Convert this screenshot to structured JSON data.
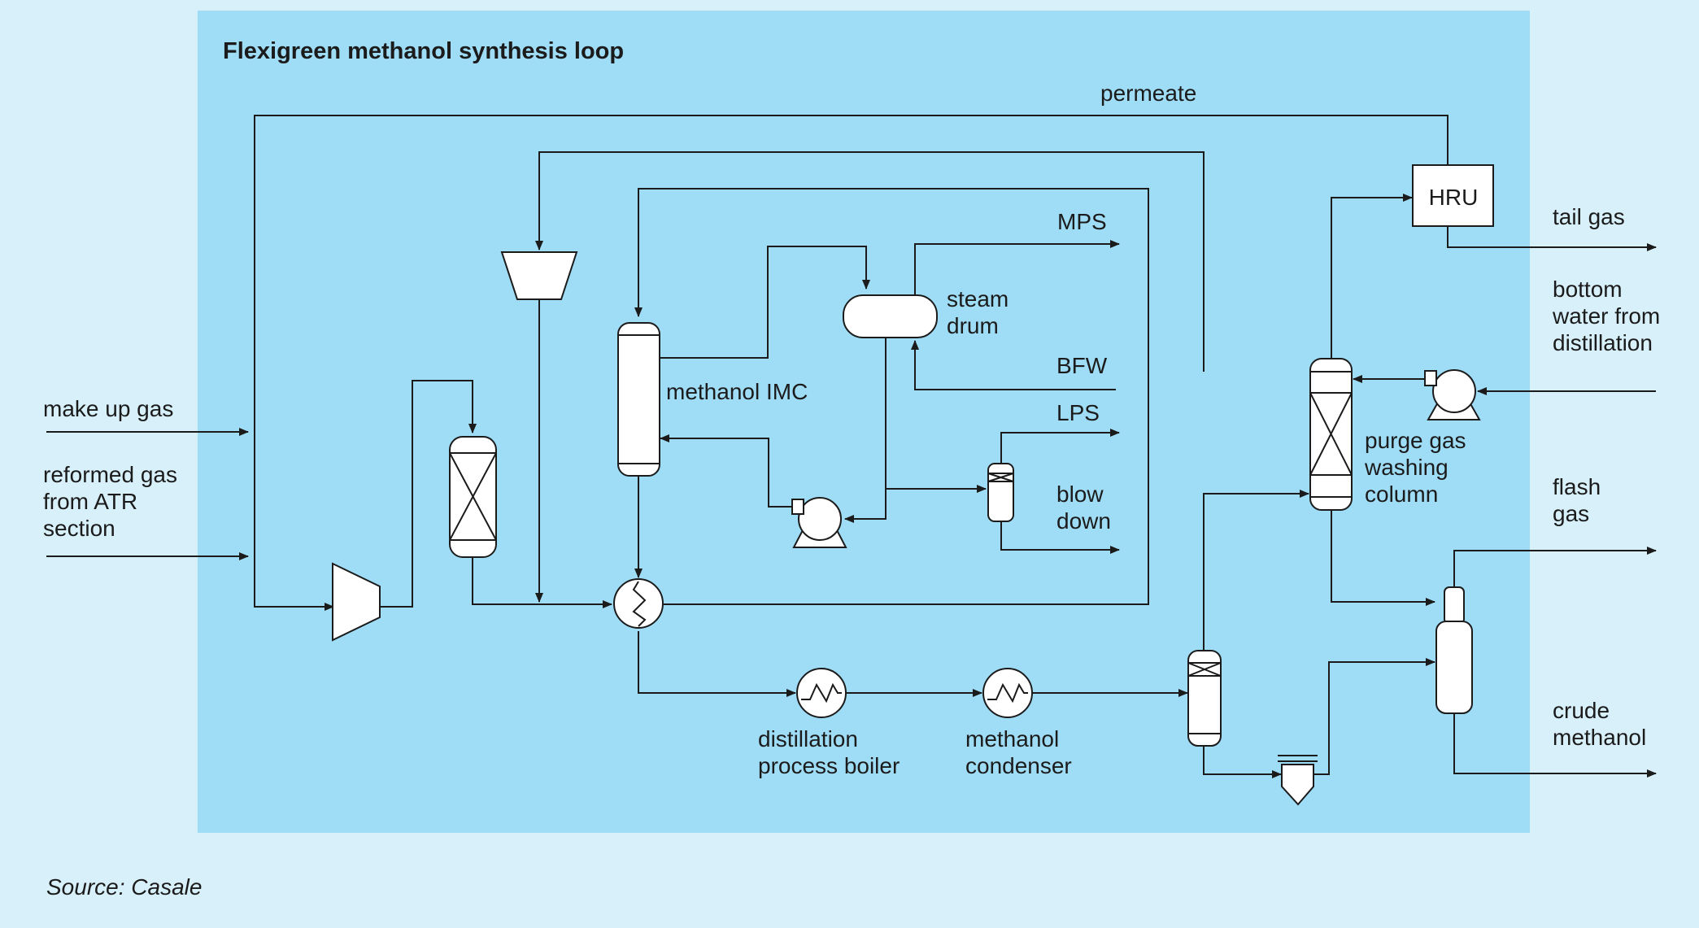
{
  "title": "Flexigreen methanol synthesis loop",
  "source": "Source: Casale",
  "colors": {
    "page_background": "#d8f0fa",
    "panel_background": "#9fdcf5",
    "line": "#1b1b1b",
    "equipment_fill": "#ffffff"
  },
  "streams": {
    "make_up_gas": "make up gas",
    "reformed_gas": [
      "reformed gas",
      "from ATR",
      "section"
    ],
    "permeate": "permeate",
    "mps": "MPS",
    "bfw": "BFW",
    "lps": "LPS",
    "blow_down": [
      "blow",
      "down"
    ],
    "tail_gas": "tail gas",
    "bottom_water": [
      "bottom",
      "water from",
      "distillation"
    ],
    "flash_gas": [
      "flash",
      "gas"
    ],
    "crude_methanol": [
      "crude",
      "methanol"
    ]
  },
  "equipment": {
    "hru": "HRU",
    "steam_drum": [
      "steam",
      "drum"
    ],
    "methanol_imc": "methanol IMC",
    "purge_gas_column": [
      "purge gas",
      "washing",
      "column"
    ],
    "distillation_boiler": [
      "distillation",
      "process boiler"
    ],
    "methanol_condenser": [
      "methanol",
      "condenser"
    ]
  }
}
